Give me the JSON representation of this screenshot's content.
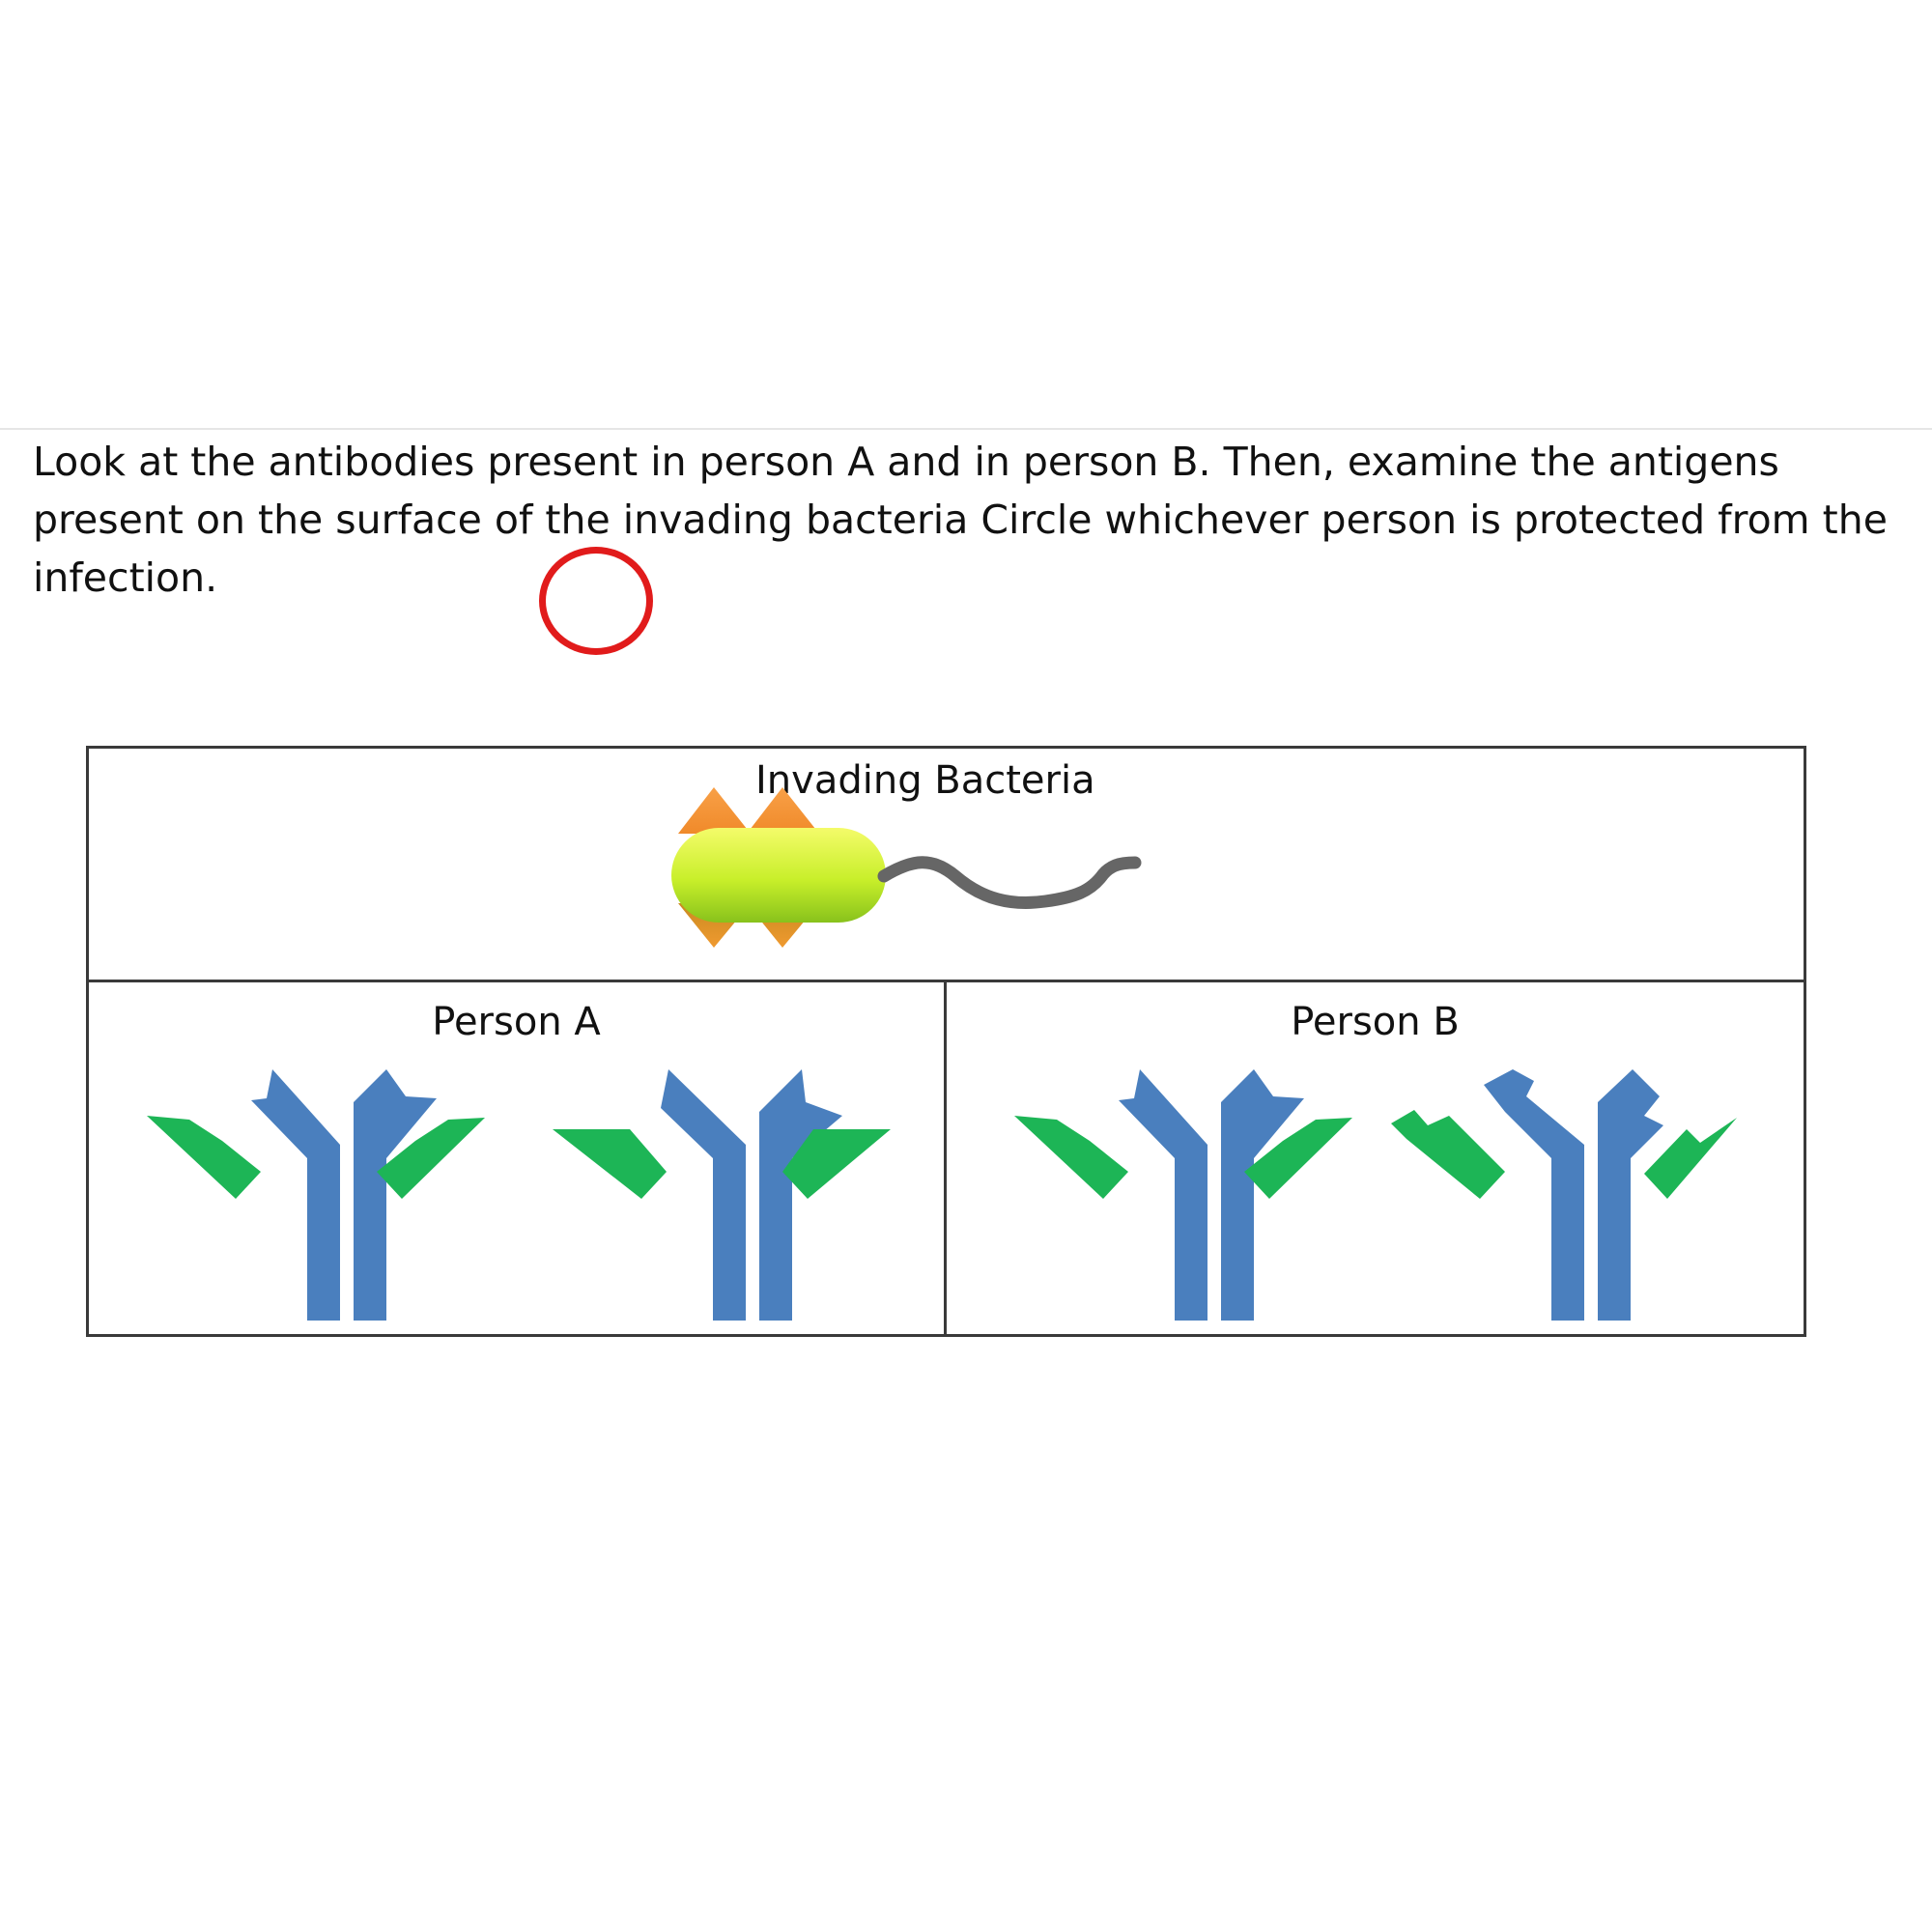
{
  "question": {
    "text": "Look at the antibodies present in person A and in person B. Then, examine the antigens present on the surface of the invading bacteria Circle whichever person is protected from the infection."
  },
  "diagram": {
    "bacteria_label": "Invading Bacteria",
    "person_a_label": "Person A",
    "person_b_label": "Person B"
  },
  "colors": {
    "antibody_heavy": "#4a7fbe",
    "antibody_light": "#1db556",
    "bacteria_body": "#c8ef2a",
    "antigen": "#f0982e",
    "flagellum": "#666666",
    "answer_circle": "#e11b1b"
  },
  "icons": {
    "bacteria": "bacteria-icon",
    "antibody": "antibody-icon",
    "answer_mark": "circle-mark-icon"
  }
}
